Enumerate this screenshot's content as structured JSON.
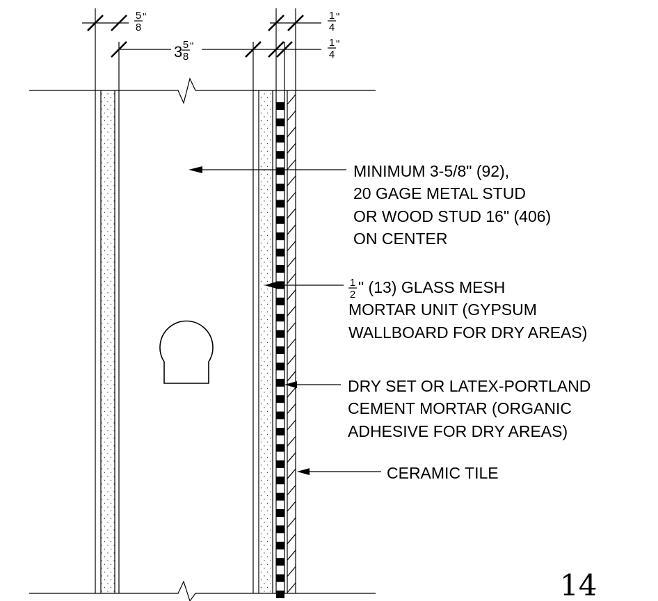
{
  "dimensions": {
    "top_left": {
      "whole": "",
      "num": "5",
      "den": "8",
      "unit": "\""
    },
    "stud": {
      "whole": "3",
      "num": "5",
      "den": "8",
      "unit": "\""
    },
    "top_right_upper": {
      "whole": "",
      "num": "1",
      "den": "4",
      "unit": "\""
    },
    "top_right_lower": {
      "whole": "",
      "num": "1",
      "den": "4",
      "unit": "\""
    }
  },
  "callouts": {
    "stud": [
      "MINIMUM 3-5/8\" (92),",
      "20 GAGE METAL STUD",
      "OR WOOD STUD 16\" (406)",
      "ON CENTER"
    ],
    "mesh": {
      "num": "1",
      "den": "2",
      "lines": [
        "\" (13) GLASS MESH",
        "MORTAR UNIT (GYPSUM",
        "WALLBOARD FOR DRY AREAS)"
      ]
    },
    "mortar": [
      "DRY SET OR LATEX-PORTLAND",
      "CEMENT MORTAR (ORGANIC",
      "ADHESIVE FOR DRY AREAS)"
    ],
    "tile": [
      "CERAMIC TILE"
    ]
  },
  "page_number": "14"
}
